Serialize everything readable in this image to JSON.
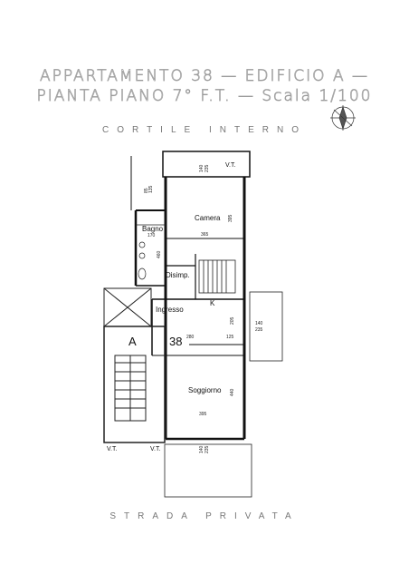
{
  "title": {
    "line1": "APPARTAMENTO 38 — EDIFICIO A —",
    "line2": "PIANTA PIANO 7° F.T. — Scala 1/100"
  },
  "labels": {
    "courtyard": "CORTILE INTERNO",
    "street": "STRADA PRIVATA"
  },
  "rooms": {
    "camera": "Camera",
    "bagno": "Bagno",
    "disimpegno": "Disimp.",
    "ingresso": "Ingresso",
    "k": "K",
    "soggiorno": "Soggiorno"
  },
  "markers": {
    "building": "A",
    "apartment": "38",
    "vt_top": "V.T.",
    "vt_bottom_left": "V.T.",
    "vt_bottom_center": "V.T."
  },
  "dimensions": {
    "camera_width": "365",
    "camera_height": "395",
    "bagno_width": "170",
    "bagno_height": "460",
    "bagno_small_top": "85",
    "bagno_small_bottom": "135",
    "top_window_a": "140",
    "top_window_b": "235",
    "k_height": "205",
    "ingresso_width": "280",
    "k_width": "125",
    "balcony_a": "140",
    "balcony_b": "235",
    "soggiorno_height": "440",
    "soggiorno_width": "395",
    "bottom_window_a": "140",
    "bottom_window_b": "235"
  },
  "icons": {
    "north_arrow": "compass-rose-icon"
  }
}
